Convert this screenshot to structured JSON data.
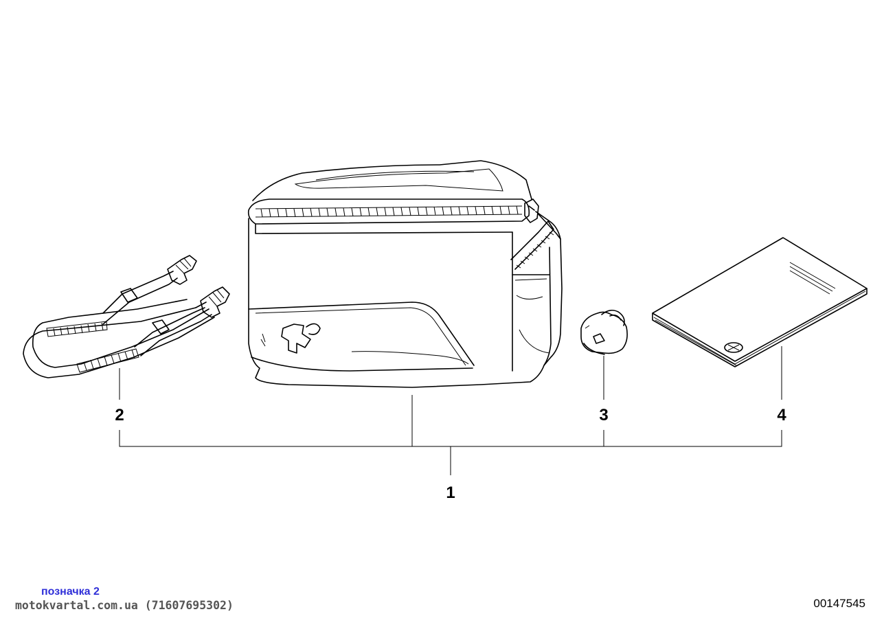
{
  "callouts": {
    "main": "1",
    "strap": "2",
    "key": "3",
    "manual": "4"
  },
  "caption": {
    "tag": "позначка 2",
    "site": "motokvartal.com.ua (71607695302)"
  },
  "drawing_number": "00147545",
  "parts": [
    {
      "callout": "1",
      "icon": "tank-bag-icon"
    },
    {
      "callout": "2",
      "icon": "strap-icon"
    },
    {
      "callout": "3",
      "icon": "key-fob-icon"
    },
    {
      "callout": "4",
      "icon": "manual-booklet-icon"
    }
  ]
}
